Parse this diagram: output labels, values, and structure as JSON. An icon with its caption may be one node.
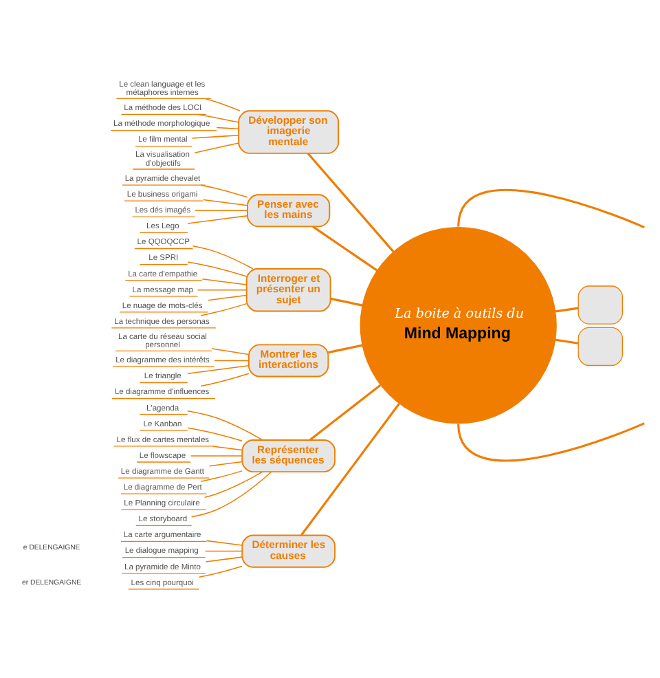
{
  "diagram": {
    "nodes": [
      {
        "text": [
          "La boite à outils du",
          "Mind Mapping"
        ]
      },
      {
        "text": [
          "Développer son imagerie mentale"
        ]
      },
      {
        "text": [
          "Le clean language et les métaphores internes"
        ]
      },
      {
        "text": [
          "La méthode des LOCI"
        ]
      },
      {
        "text": [
          "La méthode morphologique"
        ]
      },
      {
        "text": [
          "Le film mental"
        ]
      },
      {
        "text": [
          "La visualisation d'objectifs"
        ]
      },
      {
        "text": [
          "Penser avec les mains"
        ]
      },
      {
        "text": [
          "La pyramide chevalet"
        ]
      },
      {
        "text": [
          "Le business origami"
        ]
      },
      {
        "text": [
          "Les dés imagés"
        ]
      },
      {
        "text": [
          "Les Lego"
        ]
      },
      {
        "text": [
          "Interroger et présenter un sujet"
        ]
      },
      {
        "text": [
          "Le QQOQCCP"
        ]
      },
      {
        "text": [
          "Le SPRI"
        ]
      },
      {
        "text": [
          "La carte d'empathie"
        ]
      },
      {
        "text": [
          "La message map"
        ]
      },
      {
        "text": [
          "Le nuage de mots-clés"
        ]
      },
      {
        "text": [
          "La technique des personas"
        ]
      },
      {
        "text": [
          "Montrer les interactions"
        ]
      },
      {
        "text": [
          "La carte du réseau social personnel"
        ]
      },
      {
        "text": [
          "Le diagramme des intérêts"
        ]
      },
      {
        "text": [
          "Le triangle"
        ]
      },
      {
        "text": [
          "Le diagramme d'influences"
        ]
      },
      {
        "text": [
          "Représenter les séquences"
        ]
      },
      {
        "text": [
          "L'agenda"
        ]
      },
      {
        "text": [
          "Le Kanban"
        ]
      },
      {
        "text": [
          "Le flux de cartes mentales"
        ]
      },
      {
        "text": [
          "Le flowscape"
        ]
      },
      {
        "text": [
          "Le diagramme de Gantt"
        ]
      },
      {
        "text": [
          "Le diagramme de Pert"
        ]
      },
      {
        "text": [
          "Le Planning circulaire"
        ]
      },
      {
        "text": [
          "Le storyboard"
        ]
      },
      {
        "text": [
          "Déterminer les causes"
        ]
      },
      {
        "text": [
          "La carte argumentaire"
        ]
      },
      {
        "text": [
          "Le dialogue mapping"
        ]
      },
      {
        "text": [
          "La pyramide de Minto"
        ]
      },
      {
        "text": [
          "Les cinq pourquoi"
        ]
      },
      {
        "text": [],
        "shape": "box"
      },
      {
        "text": [],
        "shape": "box"
      }
    ],
    "edges": [
      {
        "from": 0,
        "to": 1,
        "arrow": "none"
      },
      {
        "from": 1,
        "to": 2,
        "arrow": "none"
      },
      {
        "from": 1,
        "to": 3,
        "arrow": "none"
      },
      {
        "from": 1,
        "to": 4,
        "arrow": "none"
      },
      {
        "from": 1,
        "to": 5,
        "arrow": "none"
      },
      {
        "from": 1,
        "to": 6,
        "arrow": "none"
      },
      {
        "from": 0,
        "to": 7,
        "arrow": "none"
      },
      {
        "from": 7,
        "to": 8,
        "arrow": "none"
      },
      {
        "from": 7,
        "to": 9,
        "arrow": "none"
      },
      {
        "from": 7,
        "to": 10,
        "arrow": "none"
      },
      {
        "from": 7,
        "to": 11,
        "arrow": "none"
      },
      {
        "from": 0,
        "to": 12,
        "arrow": "none"
      },
      {
        "from": 12,
        "to": 13,
        "arrow": "none"
      },
      {
        "from": 12,
        "to": 14,
        "arrow": "none"
      },
      {
        "from": 12,
        "to": 15,
        "arrow": "none"
      },
      {
        "from": 12,
        "to": 16,
        "arrow": "none"
      },
      {
        "from": 12,
        "to": 17,
        "arrow": "none"
      },
      {
        "from": 12,
        "to": 18,
        "arrow": "none"
      },
      {
        "from": 0,
        "to": 19,
        "arrow": "none"
      },
      {
        "from": 19,
        "to": 20,
        "arrow": "none"
      },
      {
        "from": 19,
        "to": 21,
        "arrow": "none"
      },
      {
        "from": 19,
        "to": 22,
        "arrow": "none"
      },
      {
        "from": 19,
        "to": 23,
        "arrow": "none"
      },
      {
        "from": 0,
        "to": 24,
        "arrow": "none"
      },
      {
        "from": 24,
        "to": 25,
        "arrow": "none"
      },
      {
        "from": 24,
        "to": 26,
        "arrow": "none"
      },
      {
        "from": 24,
        "to": 27,
        "arrow": "none"
      },
      {
        "from": 24,
        "to": 28,
        "arrow": "none"
      },
      {
        "from": 24,
        "to": 29,
        "arrow": "none"
      },
      {
        "from": 24,
        "to": 30,
        "arrow": "none"
      },
      {
        "from": 24,
        "to": 31,
        "arrow": "none"
      },
      {
        "from": 24,
        "to": 32,
        "arrow": "none"
      },
      {
        "from": 0,
        "to": 33,
        "arrow": "none"
      },
      {
        "from": 33,
        "to": 34,
        "arrow": "none"
      },
      {
        "from": 33,
        "to": 35,
        "arrow": "none"
      },
      {
        "from": 33,
        "to": 36,
        "arrow": "none"
      },
      {
        "from": 33,
        "to": 37,
        "arrow": "none"
      },
      {
        "from": 0,
        "to": 38,
        "arrow": "none"
      },
      {
        "from": 0,
        "to": 39,
        "arrow": "none"
      },
      {
        "from": 0,
        "to": null,
        "arrow": "none"
      },
      {
        "from": 0,
        "to": null,
        "arrow": "none"
      }
    ],
    "labels": [
      "er DELENGAIGNE",
      "e DELENGAIGNE"
    ]
  }
}
